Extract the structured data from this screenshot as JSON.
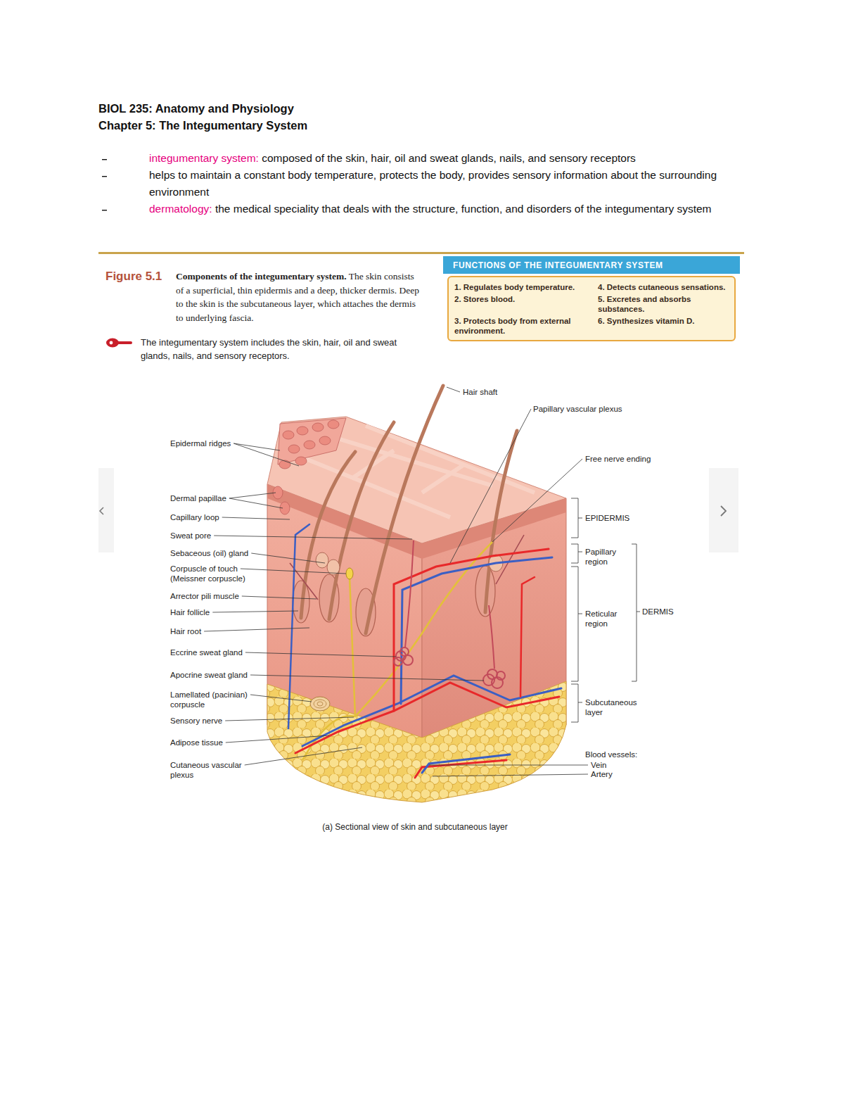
{
  "diagram": {
    "title": "BIOL 235: Anatomy and Physiology",
    "caption": "(a) Sectional view of skin and subcutaneous layer",
    "nodes": [
      {
        "text": [
          "FUNCTIONS OF THE INTEGUMENTARY SYSTEM",
          "1. Regulates body temperature.",
          "2. Stores blood.",
          "3. Protects body from external environment.",
          "4. Detects cutaneous sensations.",
          "5. Excretes and absorbs substances.",
          "6. Synthesizes vitamin D."
        ]
      }
    ],
    "labels": [
      "Chapter 5: The Integumentary System",
      "integumentary system:",
      "composed of the skin, hair, oil and sweat glands, nails, and sensory receptors",
      "helps to maintain a constant body temperature, protects the body, provides sensory information about the surrounding environment",
      "dermatology:",
      "the medical speciality that deals with the structure, function, and disorders of the integumentary system",
      "Figure 5.1",
      "Components of the integumentary system.",
      "The skin consists of a superficial, thin epidermis and a deep, thicker dermis. Deep to the skin is the subcutaneous layer, which attaches the dermis to underlying fascia.",
      "The integumentary system includes the skin, hair, oil and sweat glands, nails, and sensory receptors.",
      "Hair shaft",
      "Papillary vascular plexus",
      "Free nerve ending",
      "EPIDERMIS",
      "Papillary region",
      "Reticular region",
      "DERMIS",
      "Subcutaneous layer",
      "Blood vessels:",
      "Vein",
      "Artery",
      "Epidermal ridges",
      "Dermal papillae",
      "Capillary loop",
      "Sweat pore",
      "Sebaceous (oil) gland",
      "Corpuscle of touch (Meissner corpuscle)",
      "Arrector pili muscle",
      "Hair follicle",
      "Hair root",
      "Eccrine sweat gland",
      "Apocrine sweat gland",
      "Lamellated (pacinian) corpuscle",
      "Sensory nerve",
      "Adipose tissue",
      "Cutaneous vascular plexus"
    ]
  }
}
